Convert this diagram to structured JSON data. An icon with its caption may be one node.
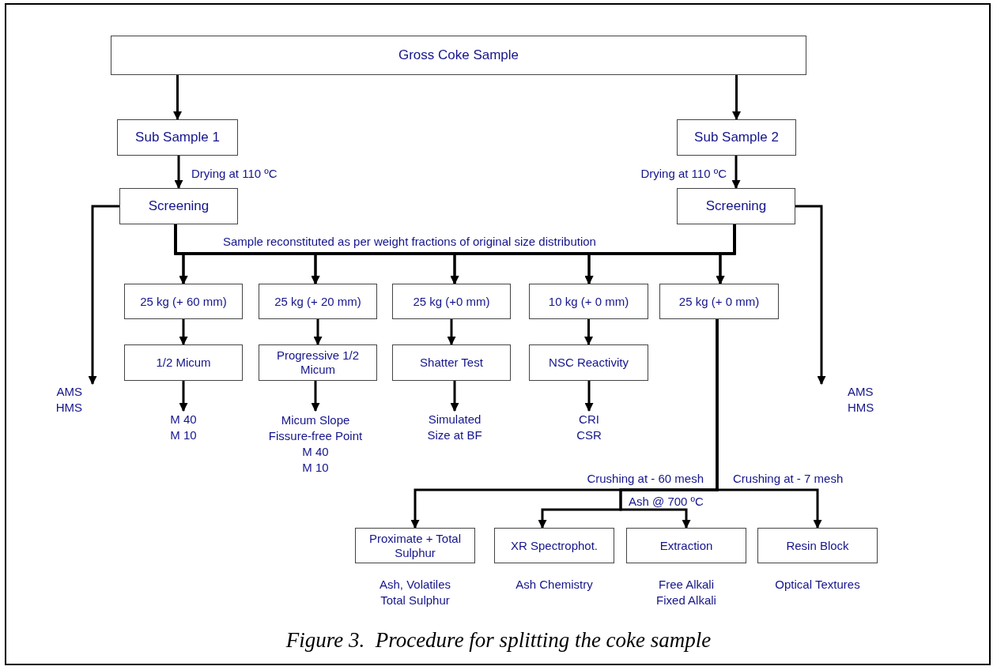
{
  "diagram": {
    "caption": "Figure 3.  Procedure for splitting the coke sample",
    "nodes": [
      {
        "text": [
          "Gross Coke Sample"
        ]
      },
      {
        "text": [
          "Sub Sample 1"
        ]
      },
      {
        "text": [
          "Sub Sample 2"
        ]
      },
      {
        "text": [
          "Screening"
        ]
      },
      {
        "text": [
          "Screening"
        ]
      },
      {
        "text": [
          "25 kg (+ 60 mm)"
        ]
      },
      {
        "text": [
          "25 kg (+ 20 mm)"
        ]
      },
      {
        "text": [
          "25 kg (+0 mm)"
        ]
      },
      {
        "text": [
          "10 kg (+ 0 mm)"
        ]
      },
      {
        "text": [
          "25 kg (+ 0 mm)"
        ]
      },
      {
        "text": [
          "1/2 Micum"
        ]
      },
      {
        "text": [
          "Progressive 1/2 Micum"
        ]
      },
      {
        "text": [
          "Shatter Test"
        ]
      },
      {
        "text": [
          "NSC Reactivity"
        ]
      },
      {
        "text": [
          "AMS",
          "HMS"
        ]
      },
      {
        "text": [
          "M 40",
          "M 10"
        ]
      },
      {
        "text": [
          "Micum Slope",
          "Fissure-free Point",
          "M 40",
          "M 10"
        ]
      },
      {
        "text": [
          "Simulated Size at BF"
        ]
      },
      {
        "text": [
          "CRI",
          "CSR"
        ]
      },
      {
        "text": [
          "AMS",
          "HMS"
        ]
      },
      {
        "text": [
          "Proximate + Total Sulphur"
        ],
        "beside": [
          "Ash, Volatiles",
          "Total Sulphur"
        ]
      },
      {
        "text": [
          "XR Spectrophot."
        ],
        "beside": [
          "Ash Chemistry"
        ]
      },
      {
        "text": [
          "Extraction"
        ],
        "beside": [
          "Free Alkali",
          "Fixed Alkali"
        ]
      },
      {
        "text": [
          "Resin Block"
        ],
        "beside": [
          "Optical Textures"
        ]
      }
    ],
    "edges": [
      {
        "from": 0,
        "to": 1,
        "arrow": "to"
      },
      {
        "from": 0,
        "to": 2,
        "arrow": "to"
      },
      {
        "from": 1,
        "to": 3,
        "arrow": "to",
        "label": "Drying at 110 ºC"
      },
      {
        "from": 2,
        "to": 4,
        "arrow": "to",
        "label": "Drying at 110 ºC"
      },
      {
        "from": 3,
        "to": 14,
        "arrow": "to"
      },
      {
        "from": 4,
        "to": 19,
        "arrow": "to"
      },
      {
        "from": 3,
        "to": 5,
        "arrow": "to"
      },
      {
        "from": 3,
        "to": 6,
        "arrow": "to"
      },
      {
        "from": 3,
        "to": 7,
        "arrow": "to"
      },
      {
        "from": 3,
        "to": 8,
        "arrow": "to"
      },
      {
        "from": 3,
        "to": 9,
        "arrow": "to"
      },
      {
        "from": 4,
        "to": 5,
        "arrow": "to"
      },
      {
        "from": 4,
        "to": 6,
        "arrow": "to"
      },
      {
        "from": 4,
        "to": 7,
        "arrow": "to"
      },
      {
        "from": 4,
        "to": 8,
        "arrow": "to"
      },
      {
        "from": 4,
        "to": 9,
        "arrow": "to"
      },
      {
        "from": 5,
        "to": 10,
        "arrow": "to"
      },
      {
        "from": 6,
        "to": 11,
        "arrow": "to"
      },
      {
        "from": 7,
        "to": 12,
        "arrow": "to"
      },
      {
        "from": 8,
        "to": 13,
        "arrow": "to"
      },
      {
        "from": 10,
        "to": 15,
        "arrow": "to"
      },
      {
        "from": 11,
        "to": 16,
        "arrow": "to"
      },
      {
        "from": 12,
        "to": 17,
        "arrow": "to"
      },
      {
        "from": 13,
        "to": 18,
        "arrow": "to"
      },
      {
        "from": 9,
        "to": 20,
        "arrow": "to",
        "label": "Crushing at - 60 mesh"
      },
      {
        "from": 9,
        "to": 21,
        "arrow": "to"
      },
      {
        "from": 9,
        "to": 22,
        "arrow": "to"
      },
      {
        "from": 9,
        "to": 23,
        "arrow": "to",
        "label": "Crushing at - 7 mesh"
      }
    ],
    "labels": [
      "Sample reconstituted as per weight fractions of original size distribution",
      "Ash @ 700 ºC"
    ]
  }
}
